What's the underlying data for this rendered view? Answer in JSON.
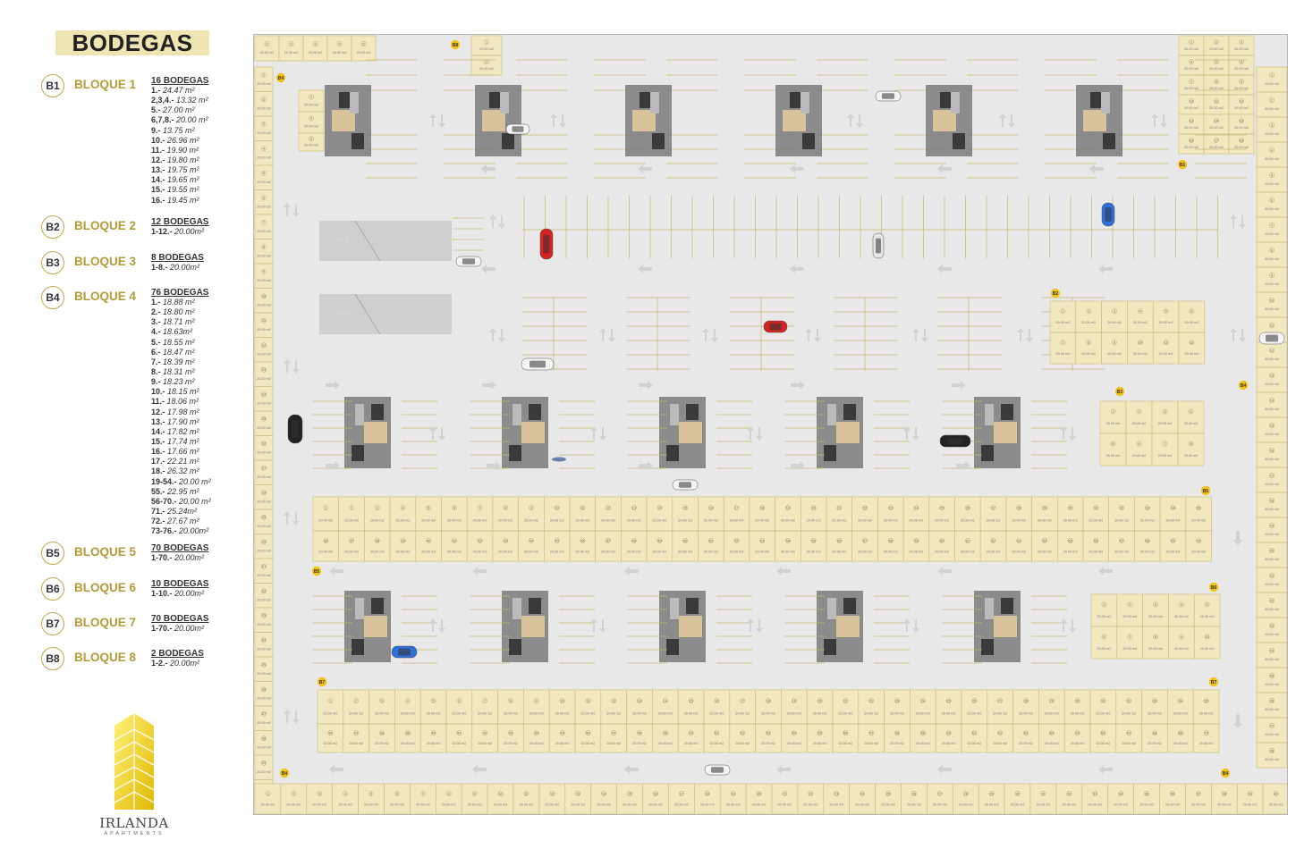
{
  "title": "BODEGAS",
  "blocks": [
    {
      "badge": "B1",
      "name": "BLOQUE 1",
      "count": "16 BODEGAS",
      "sizes": [
        [
          "1.-",
          "24.47 m²"
        ],
        [
          "2,3,4.-",
          "13.32 m²"
        ],
        [
          "5.-",
          "27.00 m²"
        ],
        [
          "6,7,8.-",
          "20.00 m²"
        ],
        [
          "9.-",
          "13.75 m²"
        ],
        [
          "10.-",
          "26.96 m²"
        ],
        [
          "11.-",
          "19.90 m²"
        ],
        [
          "12.-",
          "19.80 m²"
        ],
        [
          "13.-",
          "19.75 m²"
        ],
        [
          "14.-",
          "19.65 m²"
        ],
        [
          "15.-",
          "19.55 m²"
        ],
        [
          "16.-",
          "19.45 m²"
        ]
      ]
    },
    {
      "badge": "B2",
      "name": "BLOQUE 2",
      "count": "12 BODEGAS",
      "sizes": [
        [
          "1-12.-",
          "20.00m²"
        ]
      ]
    },
    {
      "badge": "B3",
      "name": "BLOQUE 3",
      "count": "8 BODEGAS",
      "sizes": [
        [
          "1-8.-",
          "20.00m²"
        ]
      ]
    },
    {
      "badge": "B4",
      "name": "BLOQUE 4",
      "count": "76 BODEGAS",
      "sizes": [
        [
          "1.-",
          "18.88 m²"
        ],
        [
          "2.-",
          "18.80 m²"
        ],
        [
          "3.-",
          "18.71 m²"
        ],
        [
          "4.-",
          "18.63m²"
        ],
        [
          "5.-",
          "18.55 m²"
        ],
        [
          "6.-",
          "18.47 m²"
        ],
        [
          "7.-",
          "18.39 m²"
        ],
        [
          "8.-",
          "18.31 m²"
        ],
        [
          "9.-",
          "18.23 m²"
        ],
        [
          "10.-",
          "18.15 m²"
        ],
        [
          "11.-",
          "18.06 m²"
        ],
        [
          "12.-",
          "17.98 m²"
        ],
        [
          "13.-",
          "17.90 m²"
        ],
        [
          "14.-",
          "17.82 m²"
        ],
        [
          "15.-",
          "17.74 m²"
        ],
        [
          "16.-",
          "17.66 m²"
        ],
        [
          "17.-",
          "22.21 m²"
        ],
        [
          "18.-",
          "26.32 m²"
        ],
        [
          "19-54.-",
          "20.00 m²"
        ],
        [
          "55.-",
          "22.95 m²"
        ],
        [
          "56-70.-",
          "20.00 m²"
        ],
        [
          "71.-",
          "25.24m²"
        ],
        [
          "72.-",
          "27.67 m²"
        ],
        [
          "73-76.-",
          "20.00m²"
        ]
      ]
    },
    {
      "badge": "B5",
      "name": "BLOQUE 5",
      "count": "70 BODEGAS",
      "sizes": [
        [
          "1-70.-",
          "20.00m²"
        ]
      ]
    },
    {
      "badge": "B6",
      "name": "BLOQUE 6",
      "count": "10 BODEGAS",
      "sizes": [
        [
          "1-10.-",
          "20.00m²"
        ]
      ]
    },
    {
      "badge": "B7",
      "name": "BLOQUE 7",
      "count": "70 BODEGAS",
      "sizes": [
        [
          "1-70.-",
          "20.00m²"
        ]
      ]
    },
    {
      "badge": "B8",
      "name": "BLOQUE 8",
      "count": "2 BODEGAS",
      "sizes": [
        [
          "1-2.-",
          "20.00m²"
        ]
      ]
    }
  ],
  "logo": {
    "name": "IRLANDA",
    "subtitle": "APARTMENTS"
  },
  "map": {
    "storage_label": "20.00 m2",
    "block_markers": [
      "B1",
      "B2",
      "B3",
      "B4",
      "B5",
      "B6",
      "B7",
      "B8"
    ],
    "colors": {
      "floor": "#e8e8e8",
      "storage": "#f1e8c0",
      "storage_line": "#c9b978",
      "accent": "#bfa84a",
      "marker": "#f0c21a"
    }
  }
}
